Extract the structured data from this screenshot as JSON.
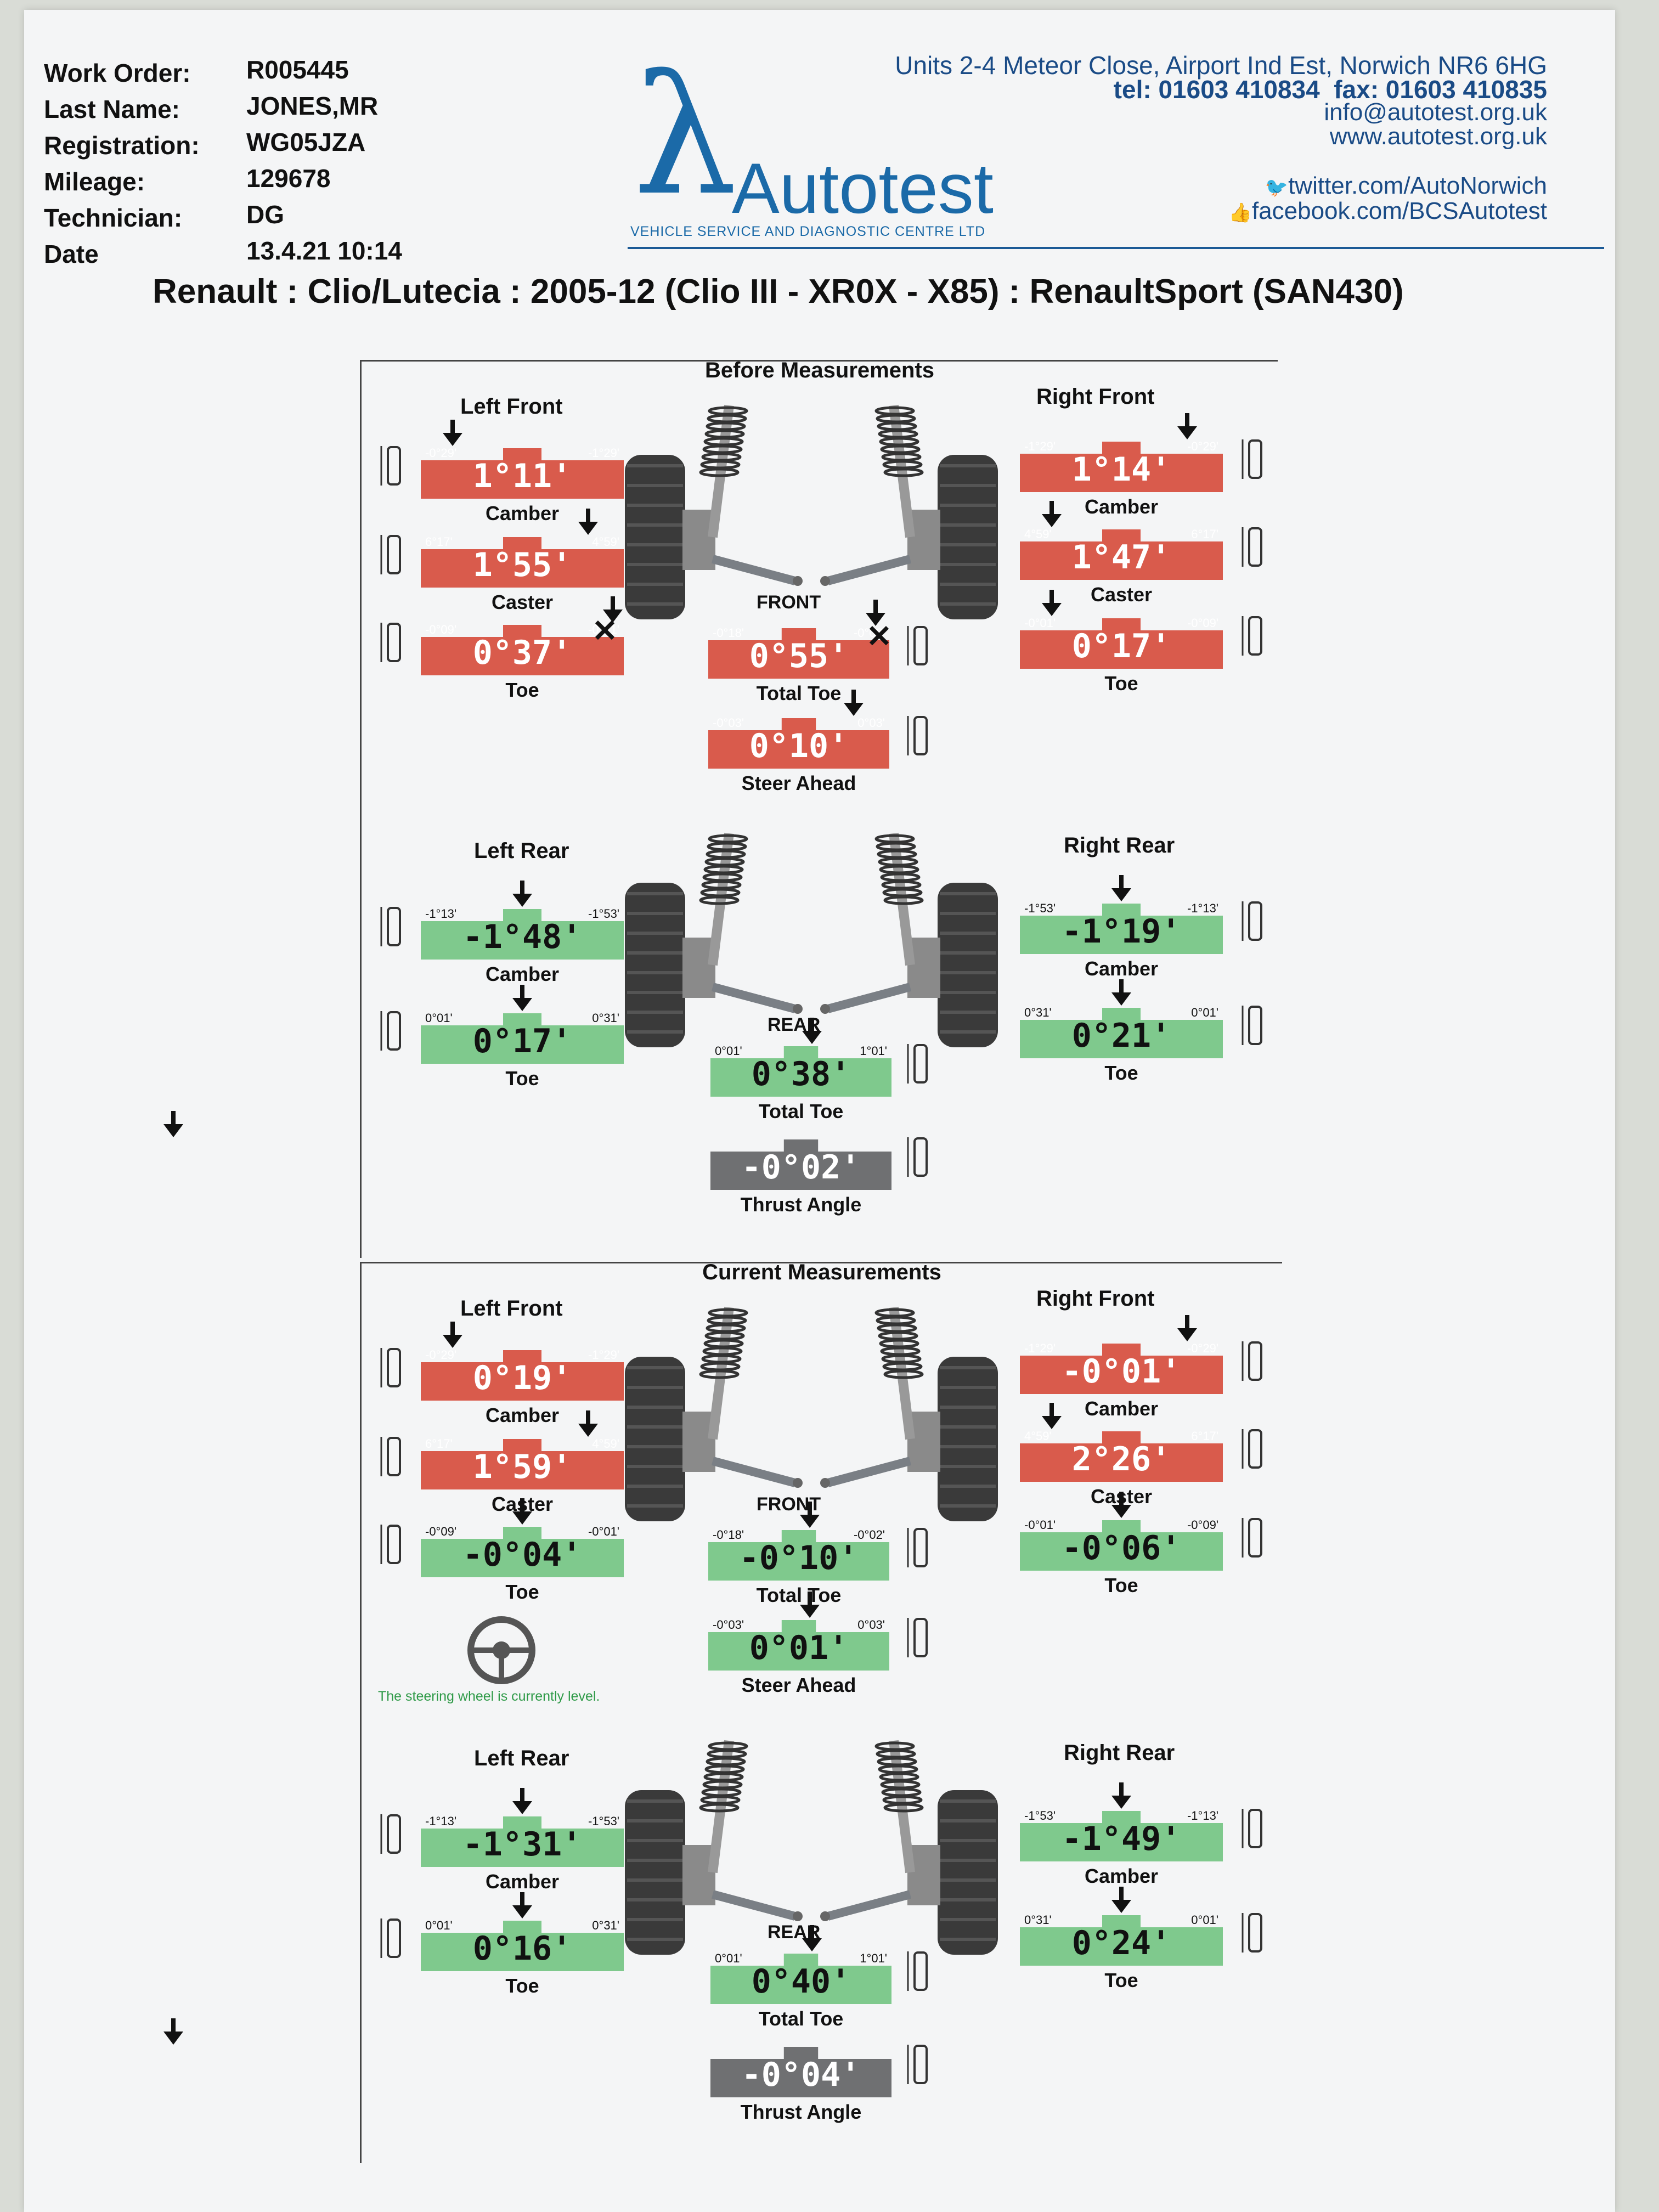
{
  "header": {
    "work_order_label": "Work Order:",
    "work_order": "R005445",
    "last_name_label": "Last Name:",
    "last_name": "JONES,MR",
    "registration_label": "Registration:",
    "registration": "WG05JZA",
    "mileage_label": "Mileage:",
    "mileage": "129678",
    "technician_label": "Technician:",
    "technician": "DG",
    "date_label": "Date",
    "date": "13.4.21 10:14"
  },
  "company": {
    "logo_symbol": "λ",
    "name": "Autotest",
    "tagline": "VEHICLE SERVICE AND DIAGNOSTIC CENTRE LTD",
    "address": "Units 2-4 Meteor Close, Airport Ind Est, Norwich NR6 6HG",
    "tel": "tel: 01603 410834",
    "fax": "fax: 01603 410835",
    "email": "info@autotest.org.uk",
    "web": "www.autotest.org.uk",
    "twitter": "twitter.com/AutoNorwich",
    "facebook": "facebook.com/BCSAutotest",
    "brand_color": "#1b6aa8"
  },
  "vehicle": "Renault : Clio/Lutecia : 2005-12 (Clio III - XR0X - X85) : RenaultSport (SAN430)",
  "colors": {
    "out_of_spec": "#d95b4c",
    "in_spec": "#7fc98d",
    "info": "#6f7072"
  },
  "before": {
    "title": "Before Measurements",
    "front_label": "FRONT",
    "rear_label": "REAR",
    "left_front": "Left Front",
    "right_front": "Right Front",
    "left_rear": "Left Rear",
    "right_rear": "Right Rear",
    "lf_camber": {
      "value": "1°11'",
      "min": "-0°29'",
      "max": "-1°29'",
      "label": "Camber",
      "status": "red"
    },
    "lf_caster": {
      "value": "1°55'",
      "min": "6°17'",
      "max": "4°59'",
      "label": "Caster",
      "status": "red"
    },
    "lf_toe": {
      "value": "0°37'",
      "min": "-0°09'",
      "max": "-0°01'",
      "label": "Toe",
      "status": "red"
    },
    "rf_camber": {
      "value": "1°14'",
      "min": "-1°29'",
      "max": "-0°29'",
      "label": "Camber",
      "status": "red"
    },
    "rf_caster": {
      "value": "1°47'",
      "min": "4°59'",
      "max": "6°17'",
      "label": "Caster",
      "status": "red"
    },
    "rf_toe": {
      "value": "0°17'",
      "min": "-0°01'",
      "max": "-0°09'",
      "label": "Toe",
      "status": "red"
    },
    "total_toe_front": {
      "value": "0°55'",
      "min": "-0°18'",
      "max": "-0°02'",
      "label": "Total Toe",
      "status": "red"
    },
    "steer_ahead": {
      "value": "0°10'",
      "min": "-0°03'",
      "max": "0°03'",
      "label": "Steer Ahead",
      "status": "red"
    },
    "lr_camber": {
      "value": "-1°48'",
      "min": "-1°13'",
      "max": "-1°53'",
      "label": "Camber",
      "status": "green"
    },
    "lr_toe": {
      "value": "0°17'",
      "min": "0°01'",
      "max": "0°31'",
      "label": "Toe",
      "status": "green"
    },
    "rr_camber": {
      "value": "-1°19'",
      "min": "-1°53'",
      "max": "-1°13'",
      "label": "Camber",
      "status": "green"
    },
    "rr_toe": {
      "value": "0°21'",
      "min": "0°31'",
      "max": "0°01'",
      "label": "Toe",
      "status": "green"
    },
    "total_toe_rear": {
      "value": "0°38'",
      "min": "0°01'",
      "max": "1°01'",
      "label": "Total Toe",
      "status": "green"
    },
    "thrust": {
      "value": "-0°02'",
      "label": "Thrust Angle",
      "status": "grey"
    }
  },
  "current": {
    "title": "Current Measurements",
    "front_label": "FRONT",
    "rear_label": "REAR",
    "left_front": "Left Front",
    "right_front": "Right Front",
    "left_rear": "Left Rear",
    "right_rear": "Right Rear",
    "steering_note": "The steering wheel is currently level.",
    "lf_camber": {
      "value": "0°19'",
      "min": "-0°29'",
      "max": "-1°29'",
      "label": "Camber",
      "status": "red"
    },
    "lf_caster": {
      "value": "1°59'",
      "min": "6°17'",
      "max": "4°59'",
      "label": "Caster",
      "status": "red"
    },
    "lf_toe": {
      "value": "-0°04'",
      "min": "-0°09'",
      "max": "-0°01'",
      "label": "Toe",
      "status": "green"
    },
    "rf_camber": {
      "value": "-0°01'",
      "min": "-1°29'",
      "max": "-0°29'",
      "label": "Camber",
      "status": "red"
    },
    "rf_caster": {
      "value": "2°26'",
      "min": "4°59'",
      "max": "6°17'",
      "label": "Caster",
      "status": "red"
    },
    "rf_toe": {
      "value": "-0°06'",
      "min": "-0°01'",
      "max": "-0°09'",
      "label": "Toe",
      "status": "green"
    },
    "total_toe_front": {
      "value": "-0°10'",
      "min": "-0°18'",
      "max": "-0°02'",
      "label": "Total Toe",
      "status": "green"
    },
    "steer_ahead": {
      "value": "0°01'",
      "min": "-0°03'",
      "max": "0°03'",
      "label": "Steer Ahead",
      "status": "green"
    },
    "lr_camber": {
      "value": "-1°31'",
      "min": "-1°13'",
      "max": "-1°53'",
      "label": "Camber",
      "status": "green"
    },
    "lr_toe": {
      "value": "0°16'",
      "min": "0°01'",
      "max": "0°31'",
      "label": "Toe",
      "status": "green"
    },
    "rr_camber": {
      "value": "-1°49'",
      "min": "-1°53'",
      "max": "-1°13'",
      "label": "Camber",
      "status": "green"
    },
    "rr_toe": {
      "value": "0°24'",
      "min": "0°31'",
      "max": "0°01'",
      "label": "Toe",
      "status": "green"
    },
    "total_toe_rear": {
      "value": "0°40'",
      "min": "0°01'",
      "max": "1°01'",
      "label": "Total Toe",
      "status": "green"
    },
    "thrust": {
      "value": "-0°04'",
      "label": "Thrust Angle",
      "status": "grey"
    }
  }
}
